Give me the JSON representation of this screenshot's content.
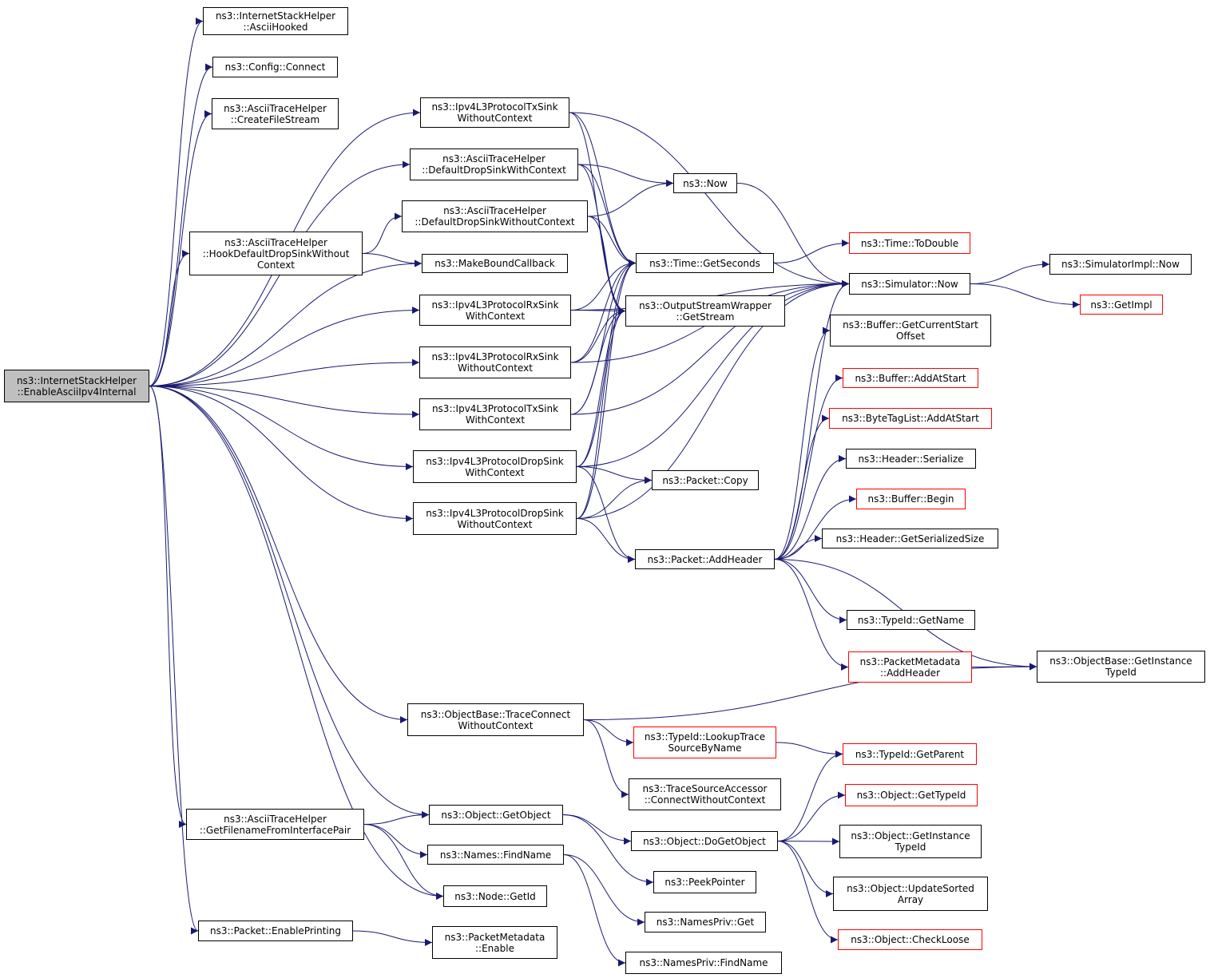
{
  "colors": {
    "edge": "#191970",
    "box_border": "#000000",
    "box_border_truncated": "#ff0000",
    "root_fill": "#bfbfbf"
  },
  "nodes": [
    {
      "id": "root",
      "lines": [
        "ns3::InternetStackHelper",
        "::EnableAsciiIpv4Internal"
      ],
      "style": "root"
    },
    {
      "id": "asciiHooked",
      "lines": [
        "ns3::InternetStackHelper",
        "::AsciiHooked"
      ]
    },
    {
      "id": "configConnect",
      "lines": [
        "ns3::Config::Connect"
      ]
    },
    {
      "id": "createFileStream",
      "lines": [
        "ns3::AsciiTraceHelper",
        "::CreateFileStream"
      ]
    },
    {
      "id": "txSinkWithout",
      "lines": [
        "ns3::Ipv4L3ProtocolTxSink",
        "WithoutContext"
      ]
    },
    {
      "id": "dropWithCtx",
      "lines": [
        "ns3::AsciiTraceHelper",
        "::DefaultDropSinkWithContext"
      ]
    },
    {
      "id": "dropWithoutCtx",
      "lines": [
        "ns3::AsciiTraceHelper",
        "::DefaultDropSinkWithoutContext"
      ]
    },
    {
      "id": "hookDrop",
      "lines": [
        "ns3::AsciiTraceHelper",
        "::HookDefaultDropSinkWithout",
        "Context"
      ]
    },
    {
      "id": "makeBound",
      "lines": [
        "ns3::MakeBoundCallback"
      ]
    },
    {
      "id": "rxWith",
      "lines": [
        "ns3::Ipv4L3ProtocolRxSink",
        "WithContext"
      ]
    },
    {
      "id": "rxWithout",
      "lines": [
        "ns3::Ipv4L3ProtocolRxSink",
        "WithoutContext"
      ]
    },
    {
      "id": "txWith",
      "lines": [
        "ns3::Ipv4L3ProtocolTxSink",
        "WithContext"
      ]
    },
    {
      "id": "dropSinkWith",
      "lines": [
        "ns3::Ipv4L3ProtocolDropSink",
        "WithContext"
      ]
    },
    {
      "id": "dropSinkWithout",
      "lines": [
        "ns3::Ipv4L3ProtocolDropSink",
        "WithoutContext"
      ]
    },
    {
      "id": "now",
      "lines": [
        "ns3::Now"
      ]
    },
    {
      "id": "getSeconds",
      "lines": [
        "ns3::Time::GetSeconds"
      ]
    },
    {
      "id": "getStream",
      "lines": [
        "ns3::OutputStreamWrapper",
        "::GetStream"
      ]
    },
    {
      "id": "toDouble",
      "lines": [
        "ns3::Time::ToDouble"
      ],
      "style": "red"
    },
    {
      "id": "simNow",
      "lines": [
        "ns3::Simulator::Now"
      ]
    },
    {
      "id": "simImplNow",
      "lines": [
        "ns3::SimulatorImpl::Now"
      ]
    },
    {
      "id": "getImpl",
      "lines": [
        "ns3::GetImpl"
      ],
      "style": "red"
    },
    {
      "id": "bufGetCurrentStart",
      "lines": [
        "ns3::Buffer::GetCurrentStart",
        "Offset"
      ]
    },
    {
      "id": "bufAddAtStart",
      "lines": [
        "ns3::Buffer::AddAtStart"
      ],
      "style": "red"
    },
    {
      "id": "byteTagAddAtStart",
      "lines": [
        "ns3::ByteTagList::AddAtStart"
      ],
      "style": "red"
    },
    {
      "id": "headerSerialize",
      "lines": [
        "ns3::Header::Serialize"
      ]
    },
    {
      "id": "bufBegin",
      "lines": [
        "ns3::Buffer::Begin"
      ],
      "style": "red"
    },
    {
      "id": "headerGetSize",
      "lines": [
        "ns3::Header::GetSerializedSize"
      ]
    },
    {
      "id": "packetCopy",
      "lines": [
        "ns3::Packet::Copy"
      ]
    },
    {
      "id": "addHeader",
      "lines": [
        "ns3::Packet::AddHeader"
      ]
    },
    {
      "id": "typeIdGetName",
      "lines": [
        "ns3::TypeId::GetName"
      ]
    },
    {
      "id": "pmAddHeader",
      "lines": [
        "ns3::PacketMetadata",
        "::AddHeader"
      ],
      "style": "red"
    },
    {
      "id": "objBaseGetInstance",
      "lines": [
        "ns3::ObjectBase::GetInstance",
        "TypeId"
      ]
    },
    {
      "id": "traceConnect",
      "lines": [
        "ns3::ObjectBase::TraceConnect",
        "WithoutContext"
      ]
    },
    {
      "id": "lookupTrace",
      "lines": [
        "ns3::TypeId::LookupTrace",
        "SourceByName"
      ],
      "style": "red"
    },
    {
      "id": "getParent",
      "lines": [
        "ns3::TypeId::GetParent"
      ],
      "style": "red"
    },
    {
      "id": "connectWithout",
      "lines": [
        "ns3::TraceSourceAccessor",
        "::ConnectWithoutContext"
      ]
    },
    {
      "id": "getFilename",
      "lines": [
        "ns3::AsciiTraceHelper",
        "::GetFilenameFromInterfacePair"
      ]
    },
    {
      "id": "getObject",
      "lines": [
        "ns3::Object::GetObject"
      ]
    },
    {
      "id": "doGetObject",
      "lines": [
        "ns3::Object::DoGetObject"
      ]
    },
    {
      "id": "objGetTypeId",
      "lines": [
        "ns3::Object::GetTypeId"
      ],
      "style": "red"
    },
    {
      "id": "objGetInstance",
      "lines": [
        "ns3::Object::GetInstance",
        "TypeId"
      ]
    },
    {
      "id": "updateSorted",
      "lines": [
        "ns3::Object::UpdateSorted",
        "Array"
      ]
    },
    {
      "id": "checkLoose",
      "lines": [
        "ns3::Object::CheckLoose"
      ],
      "style": "red"
    },
    {
      "id": "peekPointer",
      "lines": [
        "ns3::PeekPointer"
      ]
    },
    {
      "id": "findName",
      "lines": [
        "ns3::Names::FindName"
      ]
    },
    {
      "id": "nodeGetId",
      "lines": [
        "ns3::Node::GetId"
      ]
    },
    {
      "id": "namesPrivGet",
      "lines": [
        "ns3::NamesPriv::Get"
      ]
    },
    {
      "id": "namesPrivFind",
      "lines": [
        "ns3::NamesPriv::FindName"
      ]
    },
    {
      "id": "enablePrinting",
      "lines": [
        "ns3::Packet::EnablePrinting"
      ]
    },
    {
      "id": "pmEnable",
      "lines": [
        "ns3::PacketMetadata",
        "::Enable"
      ]
    }
  ],
  "edges": [
    [
      "root",
      "asciiHooked"
    ],
    [
      "root",
      "configConnect"
    ],
    [
      "root",
      "createFileStream"
    ],
    [
      "root",
      "txSinkWithout"
    ],
    [
      "root",
      "dropWithCtx"
    ],
    [
      "root",
      "hookDrop"
    ],
    [
      "root",
      "makeBound"
    ],
    [
      "root",
      "rxWith"
    ],
    [
      "root",
      "rxWithout"
    ],
    [
      "root",
      "txWith"
    ],
    [
      "root",
      "dropSinkWith"
    ],
    [
      "root",
      "dropSinkWithout"
    ],
    [
      "root",
      "traceConnect"
    ],
    [
      "root",
      "getFilename"
    ],
    [
      "root",
      "getObject"
    ],
    [
      "root",
      "nodeGetId"
    ],
    [
      "root",
      "enablePrinting"
    ],
    [
      "hookDrop",
      "dropWithoutCtx"
    ],
    [
      "hookDrop",
      "makeBound"
    ],
    [
      "txSinkWithout",
      "simNow"
    ],
    [
      "txSinkWithout",
      "getSeconds"
    ],
    [
      "txSinkWithout",
      "getStream"
    ],
    [
      "dropWithCtx",
      "now"
    ],
    [
      "dropWithCtx",
      "getSeconds"
    ],
    [
      "dropWithCtx",
      "getStream"
    ],
    [
      "dropWithoutCtx",
      "now"
    ],
    [
      "dropWithoutCtx",
      "getSeconds"
    ],
    [
      "dropWithoutCtx",
      "getStream"
    ],
    [
      "rxWith",
      "simNow"
    ],
    [
      "rxWith",
      "getSeconds"
    ],
    [
      "rxWith",
      "getStream"
    ],
    [
      "rxWithout",
      "simNow"
    ],
    [
      "rxWithout",
      "getSeconds"
    ],
    [
      "rxWithout",
      "getStream"
    ],
    [
      "txWith",
      "simNow"
    ],
    [
      "txWith",
      "getSeconds"
    ],
    [
      "txWith",
      "getStream"
    ],
    [
      "dropSinkWith",
      "simNow"
    ],
    [
      "dropSinkWith",
      "getSeconds"
    ],
    [
      "dropSinkWith",
      "getStream"
    ],
    [
      "dropSinkWith",
      "packetCopy"
    ],
    [
      "dropSinkWith",
      "addHeader"
    ],
    [
      "dropSinkWithout",
      "simNow"
    ],
    [
      "dropSinkWithout",
      "getSeconds"
    ],
    [
      "dropSinkWithout",
      "getStream"
    ],
    [
      "dropSinkWithout",
      "packetCopy"
    ],
    [
      "dropSinkWithout",
      "addHeader"
    ],
    [
      "now",
      "simNow"
    ],
    [
      "getSeconds",
      "toDouble"
    ],
    [
      "simNow",
      "simImplNow"
    ],
    [
      "simNow",
      "getImpl"
    ],
    [
      "addHeader",
      "simNow"
    ],
    [
      "addHeader",
      "bufGetCurrentStart"
    ],
    [
      "addHeader",
      "bufAddAtStart"
    ],
    [
      "addHeader",
      "byteTagAddAtStart"
    ],
    [
      "addHeader",
      "headerSerialize"
    ],
    [
      "addHeader",
      "bufBegin"
    ],
    [
      "addHeader",
      "headerGetSize"
    ],
    [
      "addHeader",
      "typeIdGetName"
    ],
    [
      "addHeader",
      "pmAddHeader"
    ],
    [
      "addHeader",
      "objBaseGetInstance"
    ],
    [
      "pmAddHeader",
      "objBaseGetInstance"
    ],
    [
      "traceConnect",
      "objBaseGetInstance"
    ],
    [
      "traceConnect",
      "lookupTrace"
    ],
    [
      "traceConnect",
      "connectWithout"
    ],
    [
      "lookupTrace",
      "getParent"
    ],
    [
      "getFilename",
      "getObject"
    ],
    [
      "getFilename",
      "findName"
    ],
    [
      "getFilename",
      "nodeGetId"
    ],
    [
      "getObject",
      "doGetObject"
    ],
    [
      "getObject",
      "peekPointer"
    ],
    [
      "doGetObject",
      "getParent"
    ],
    [
      "doGetObject",
      "objGetTypeId"
    ],
    [
      "doGetObject",
      "objGetInstance"
    ],
    [
      "doGetObject",
      "updateSorted"
    ],
    [
      "doGetObject",
      "checkLoose"
    ],
    [
      "findName",
      "namesPrivGet"
    ],
    [
      "findName",
      "namesPrivFind"
    ],
    [
      "enablePrinting",
      "pmEnable"
    ]
  ]
}
